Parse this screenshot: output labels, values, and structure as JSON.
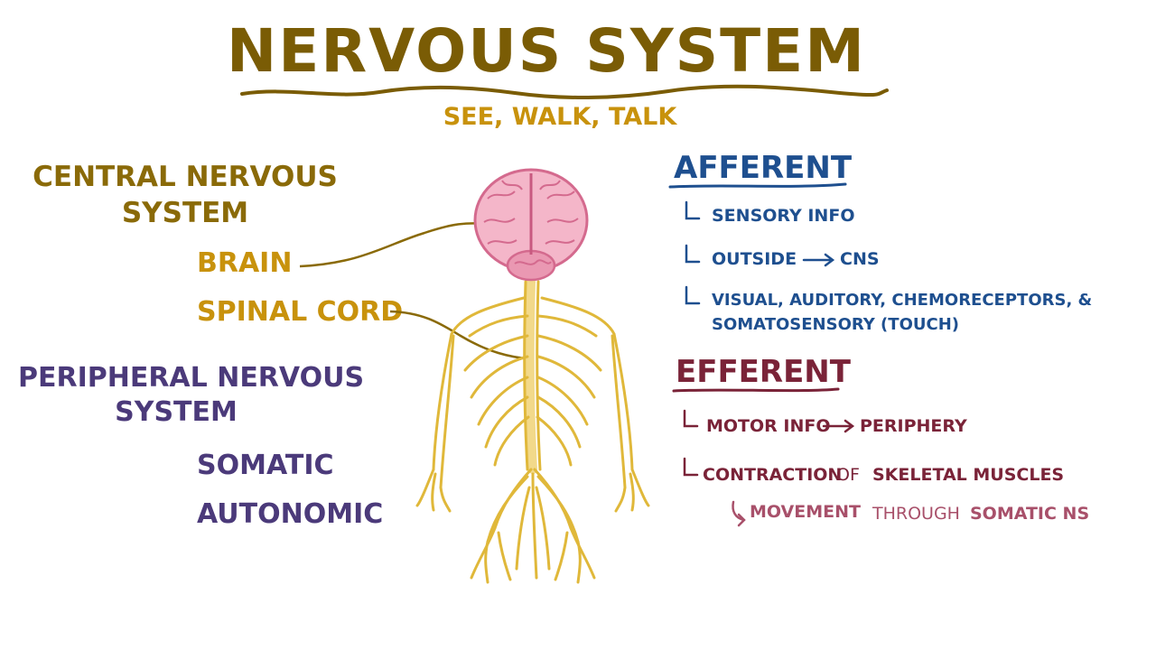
{
  "colors": {
    "title": "#7a5c05",
    "subtitle": "#c8920c",
    "cns": "#8a6a08",
    "cns_items": "#c8920c",
    "pns": "#4b3a7a",
    "afferent": "#1e4f8f",
    "efferent": "#7a2338",
    "efferent_light": "#a8506a",
    "nerve": "#e0b83a",
    "brain": "#e48aa8"
  },
  "title": "NERVOUS SYSTEM",
  "subtitle": "SEE, WALK, TALK",
  "left": {
    "cns_line1": "CENTRAL NERVOUS",
    "cns_line2": "SYSTEM",
    "brain": "BRAIN",
    "spinal_cord": "SPINAL CORD",
    "pns_line1": "PERIPHERAL NERVOUS",
    "pns_line2": "SYSTEM",
    "somatic": "SOMATIC",
    "autonomic": "AUTONOMIC"
  },
  "afferent": {
    "heading": "AFFERENT",
    "item1": "SENSORY INFO",
    "item2_a": "OUTSIDE",
    "item2_b": "CNS",
    "item3_line1": "VISUAL, AUDITORY, CHEMORECEPTORS, &",
    "item3_line2": "SOMATOSENSORY (TOUCH)"
  },
  "efferent": {
    "heading": "EFFERENT",
    "item1_a": "MOTOR INFO",
    "item1_b": "PERIPHERY",
    "item2_a": "CONTRACTION",
    "item2_b": "OF",
    "item2_c": "SKELETAL MUSCLES",
    "item3_a": "MOVEMENT",
    "item3_b": "THROUGH",
    "item3_c": "SOMATIC NS"
  }
}
